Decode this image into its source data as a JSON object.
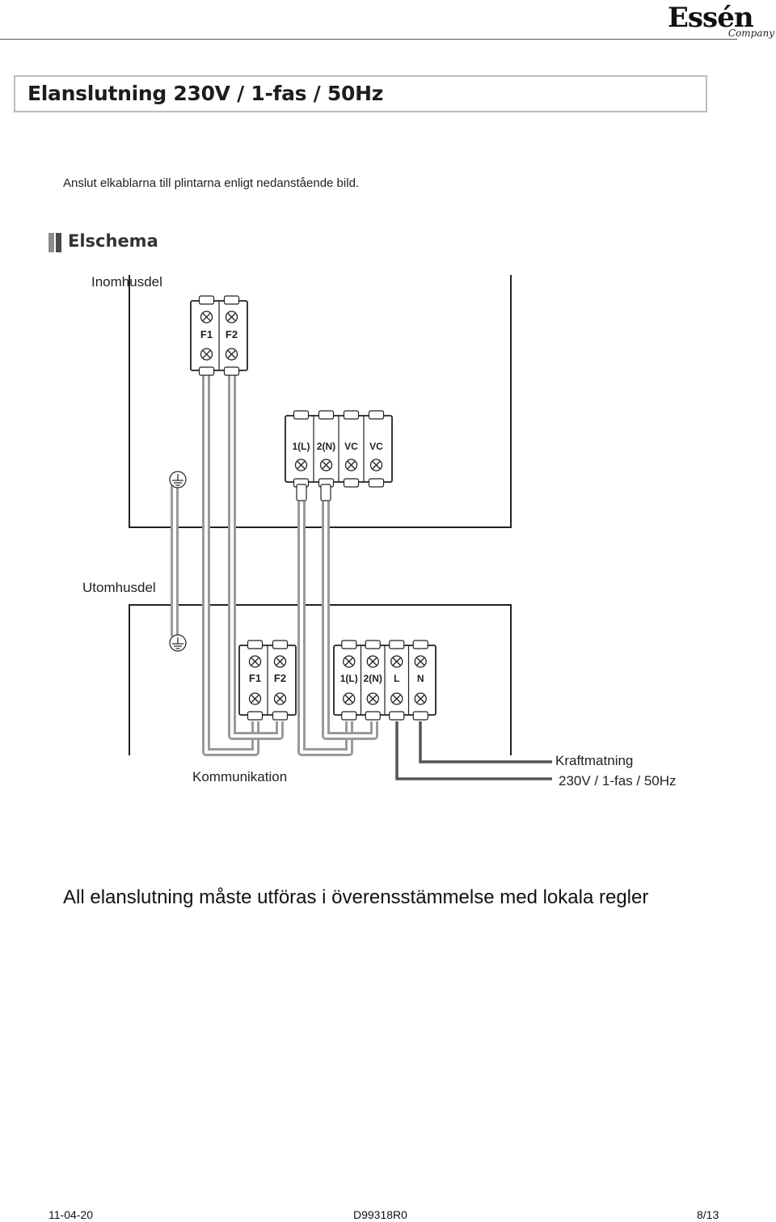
{
  "header": {
    "logo_main": "Essén",
    "logo_sub": "Company"
  },
  "title": "Elanslutning 230V / 1-fas / 50Hz",
  "intro": "Anslut elkablarna till plintarna enligt nedanstående bild.",
  "section_title": "Elschema",
  "diagram": {
    "indoor_label": "Inomhusdel",
    "outdoor_label": "Utomhusdel",
    "communication_label": "Kommunikation",
    "power_label_line1": "Kraftmatning",
    "power_label_line2": "230V / 1-fas / 50Hz",
    "indoor_comm_terminals": [
      "F1",
      "F2"
    ],
    "indoor_power_terminals": [
      "1(L)",
      "2(N)",
      "VC",
      "VC"
    ],
    "outdoor_comm_terminals": [
      "F1",
      "F2"
    ],
    "outdoor_power_terminals": [
      "1(L)",
      "2(N)",
      "L",
      "N"
    ],
    "colors": {
      "outline": "#222222",
      "cable_gray": "#9a9a9a",
      "cable_dark": "#555555"
    }
  },
  "footnote": "All elanslutning måste utföras i överensstämmelse med lokala regler",
  "footer": {
    "date": "11-04-20",
    "doc_id": "D99318R0",
    "page": "8/13"
  }
}
